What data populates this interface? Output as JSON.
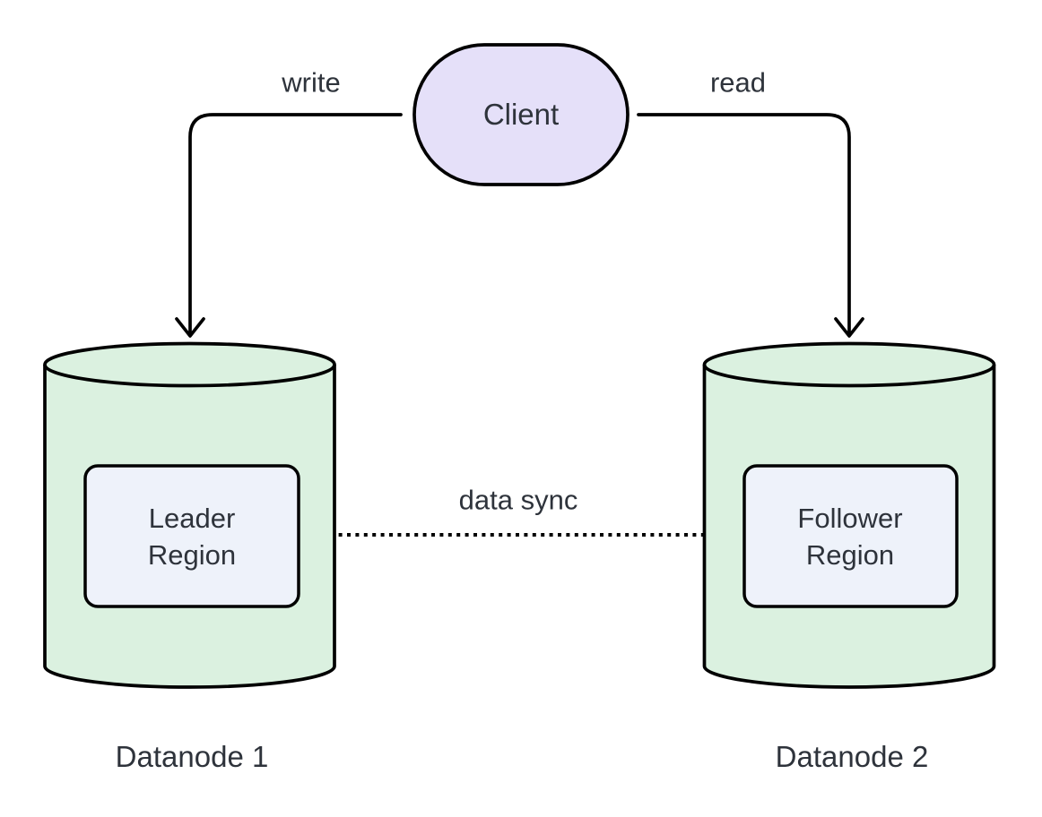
{
  "diagram": {
    "client": {
      "label": "Client"
    },
    "edges": {
      "write": {
        "label": "write"
      },
      "read": {
        "label": "read"
      },
      "data_sync": {
        "label": "data sync"
      }
    },
    "datanode1": {
      "label": "Datanode 1",
      "region_label": "Leader\nRegion"
    },
    "datanode2": {
      "label": "Datanode 2",
      "region_label": "Follower\nRegion"
    }
  },
  "colors": {
    "background": "#ffffff",
    "stroke": "#000000",
    "text": "#2e333b",
    "client_fill": "#e5e0f9",
    "cylinder_fill": "#dbf1e0",
    "region_fill": "#eef2fa"
  }
}
